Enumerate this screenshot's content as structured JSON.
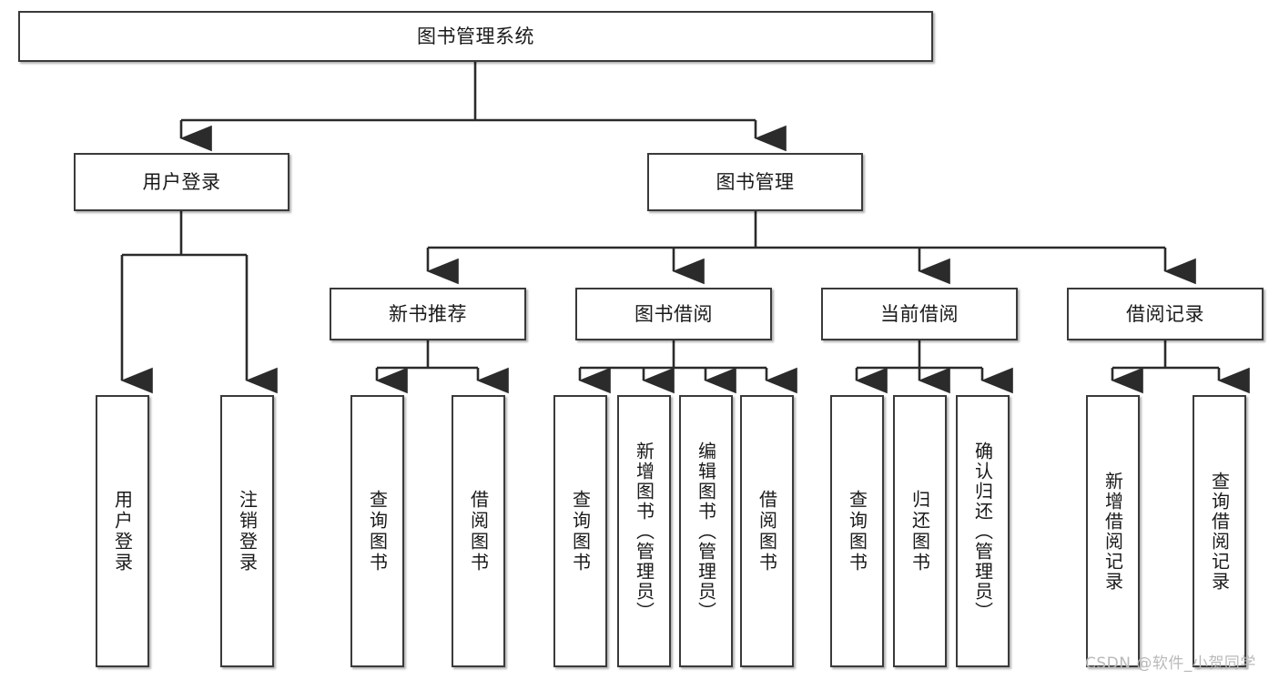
{
  "diagram": {
    "type": "tree",
    "title": "图书管理系统",
    "root": {
      "label": "图书管理系统"
    },
    "level2": [
      {
        "label": "用户登录"
      },
      {
        "label": "图书管理"
      }
    ],
    "level3": [
      {
        "label": "新书推荐"
      },
      {
        "label": "图书借阅"
      },
      {
        "label": "当前借阅"
      },
      {
        "label": "借阅记录"
      }
    ],
    "leaves": {
      "user_login": [
        {
          "label": "用户登录"
        },
        {
          "label": "注销登录"
        }
      ],
      "new_book_recommend": [
        {
          "label": "查询图书"
        },
        {
          "label": "借阅图书"
        }
      ],
      "book_borrow": [
        {
          "label": "查询图书"
        },
        {
          "label": "新增图书（管理员）"
        },
        {
          "label": "编辑图书（管理员）"
        },
        {
          "label": "借阅图书"
        }
      ],
      "current_borrow": [
        {
          "label": "查询图书"
        },
        {
          "label": "归还图书"
        },
        {
          "label": "确认归还（管理员）"
        }
      ],
      "borrow_record": [
        {
          "label": "新增借阅记录"
        },
        {
          "label": "查询借阅记录"
        }
      ]
    },
    "watermark": "CSDN @软件_小贺同学",
    "colors": {
      "box_border": "#3a3a3a",
      "box_fill": "#ffffff",
      "connector": "#2b2b2b",
      "text": "#1a1a1a",
      "watermark": "#b9b9b9"
    }
  }
}
